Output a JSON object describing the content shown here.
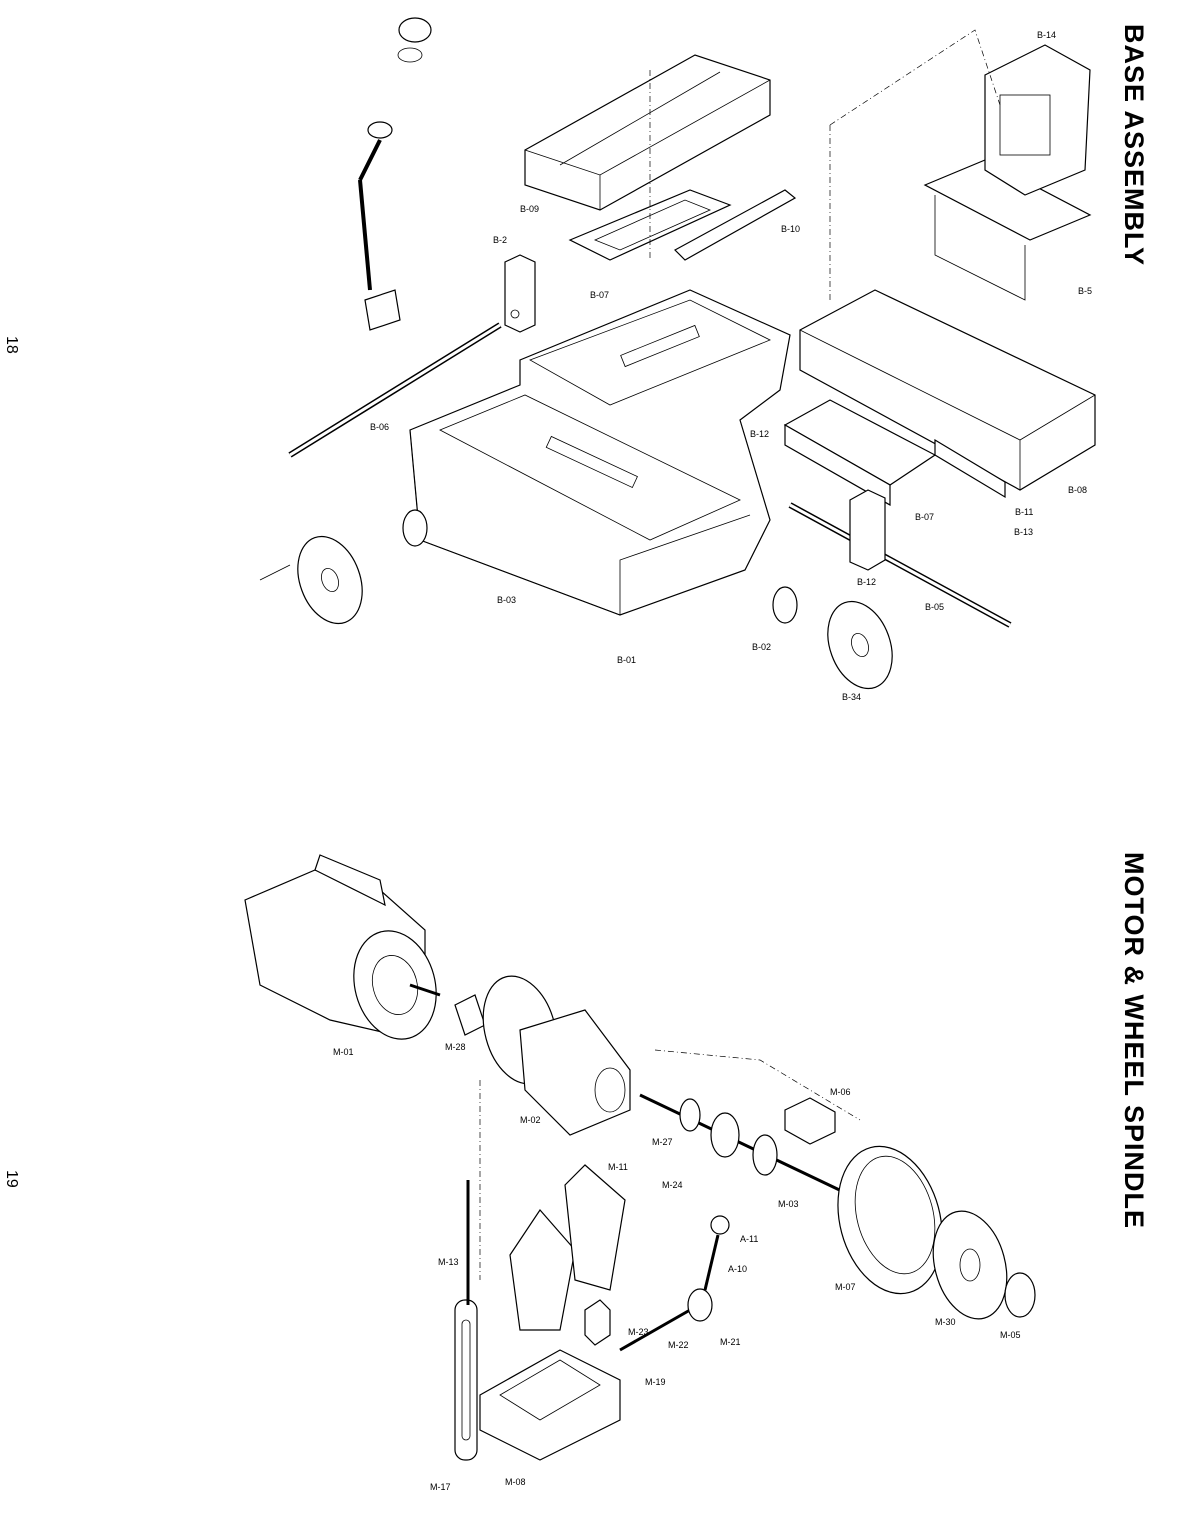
{
  "titles": {
    "base": "BASE ASSEMBLY",
    "motor": "MOTOR & WHEEL SPINDLE"
  },
  "page_numbers": {
    "left_top": "18",
    "left_bottom": "19"
  },
  "base_labels": {
    "b01": "B-01",
    "b02": "B-02",
    "b03": "B-03",
    "b05": "B-05",
    "b06": "B-06",
    "b07a": "B-07",
    "b07b": "B-07",
    "b08": "B-08",
    "b09": "B-09",
    "b10": "B-10",
    "b11": "B-11",
    "b12a": "B-12",
    "b12b": "B-12",
    "b13": "B-13",
    "b14": "B-14",
    "b2": "B-2",
    "b5": "B-5",
    "b34": "B-34"
  },
  "motor_labels": {
    "m01": "M-01",
    "m02": "M-02",
    "m03": "M-03",
    "m05": "M-05",
    "m06": "M-06",
    "m07": "M-07",
    "m08": "M-08",
    "m11": "M-11",
    "m13": "M-13",
    "m17": "M-17",
    "m19": "M-19",
    "m21": "M-21",
    "m22": "M-22",
    "m23": "M-23",
    "m24": "M-24",
    "m27": "M-27",
    "m28": "M-28",
    "m30": "M-30",
    "a10": "A-10",
    "a11": "A-11"
  }
}
